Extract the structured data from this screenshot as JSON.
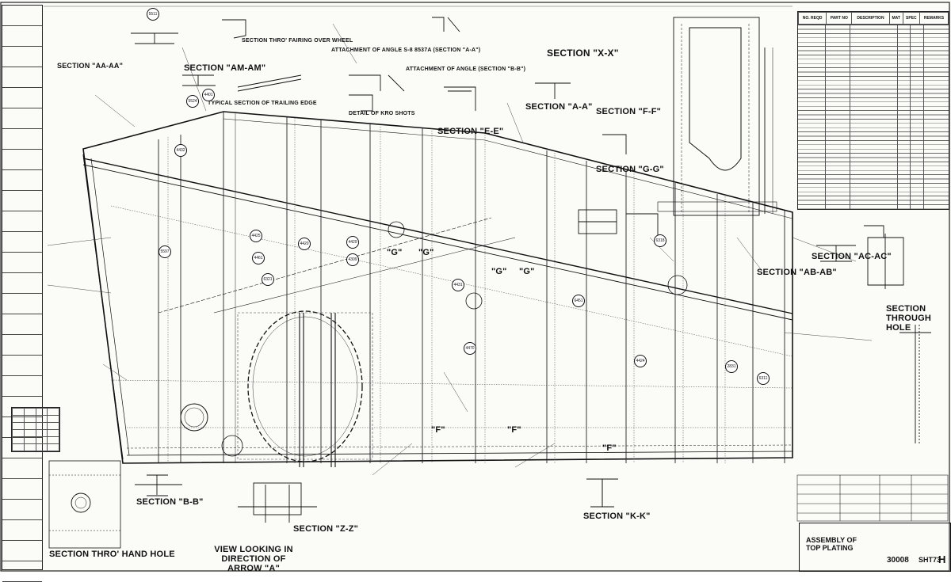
{
  "drawing": {
    "title_line1": "ASSEMBLY OF",
    "title_line2": "TOP PLATING",
    "drawing_number": "30008",
    "sheet": "SHT73",
    "revision": "H"
  },
  "sections": {
    "aa_left": "SECTION \"AA-AA\"",
    "fairing": "SECTION THRO' FAIRING OVER WHEEL",
    "am_am": "SECTION \"AM-AM\"",
    "trailing": "TYPICAL SECTION OF TRAILING EDGE",
    "xx": "SECTION \"X-X\"",
    "aa": "SECTION \"A-A\"",
    "ff": "SECTION \"F-F\"",
    "ee": "SECTION \"E-E\"",
    "gg": "SECTION \"G-G\"",
    "ac_ac": "SECTION \"AC-AC\"",
    "ab_ab": "SECTION \"AB-AB\"",
    "through_hole": "SECTION THROUGH HOLE",
    "bb": "SECTION \"B-B\"",
    "hand_hole": "SECTION THRO' HAND HOLE",
    "zz": "SECTION \"Z-Z\"",
    "kk": "SECTION \"K-K\"",
    "view_arrow": "VIEW LOOKING IN DIRECTION OF ARROW \"A\""
  },
  "labels": {
    "angle_attach1": "ATTACHMENT OF ANGLE S-8 8537A (SECTION \"A-A\")",
    "angle_attach2": "ATTACHMENT OF ANGLE (SECTION \"B-B\")",
    "kro_detail": "DETAIL OF KRO SHOTS",
    "g1": "\"G\"",
    "g2": "\"G\"",
    "g3": "\"G\"",
    "g4": "\"G\"",
    "f1": "\"F\"",
    "f2": "\"F\"",
    "f3": "\"F\""
  },
  "parts_list": {
    "headers": [
      "NO. REQD",
      "PART NO",
      "DESCRIPTION",
      "MAT",
      "SPEC",
      "REMARKS"
    ]
  },
  "bubbles": [
    "5511",
    "4401",
    "5524",
    "4432",
    "4425",
    "4461",
    "6321",
    "4420",
    "5597",
    "4429",
    "4309",
    "4431",
    "6451",
    "4424",
    "6318",
    "4470",
    "2831",
    "6311"
  ]
}
